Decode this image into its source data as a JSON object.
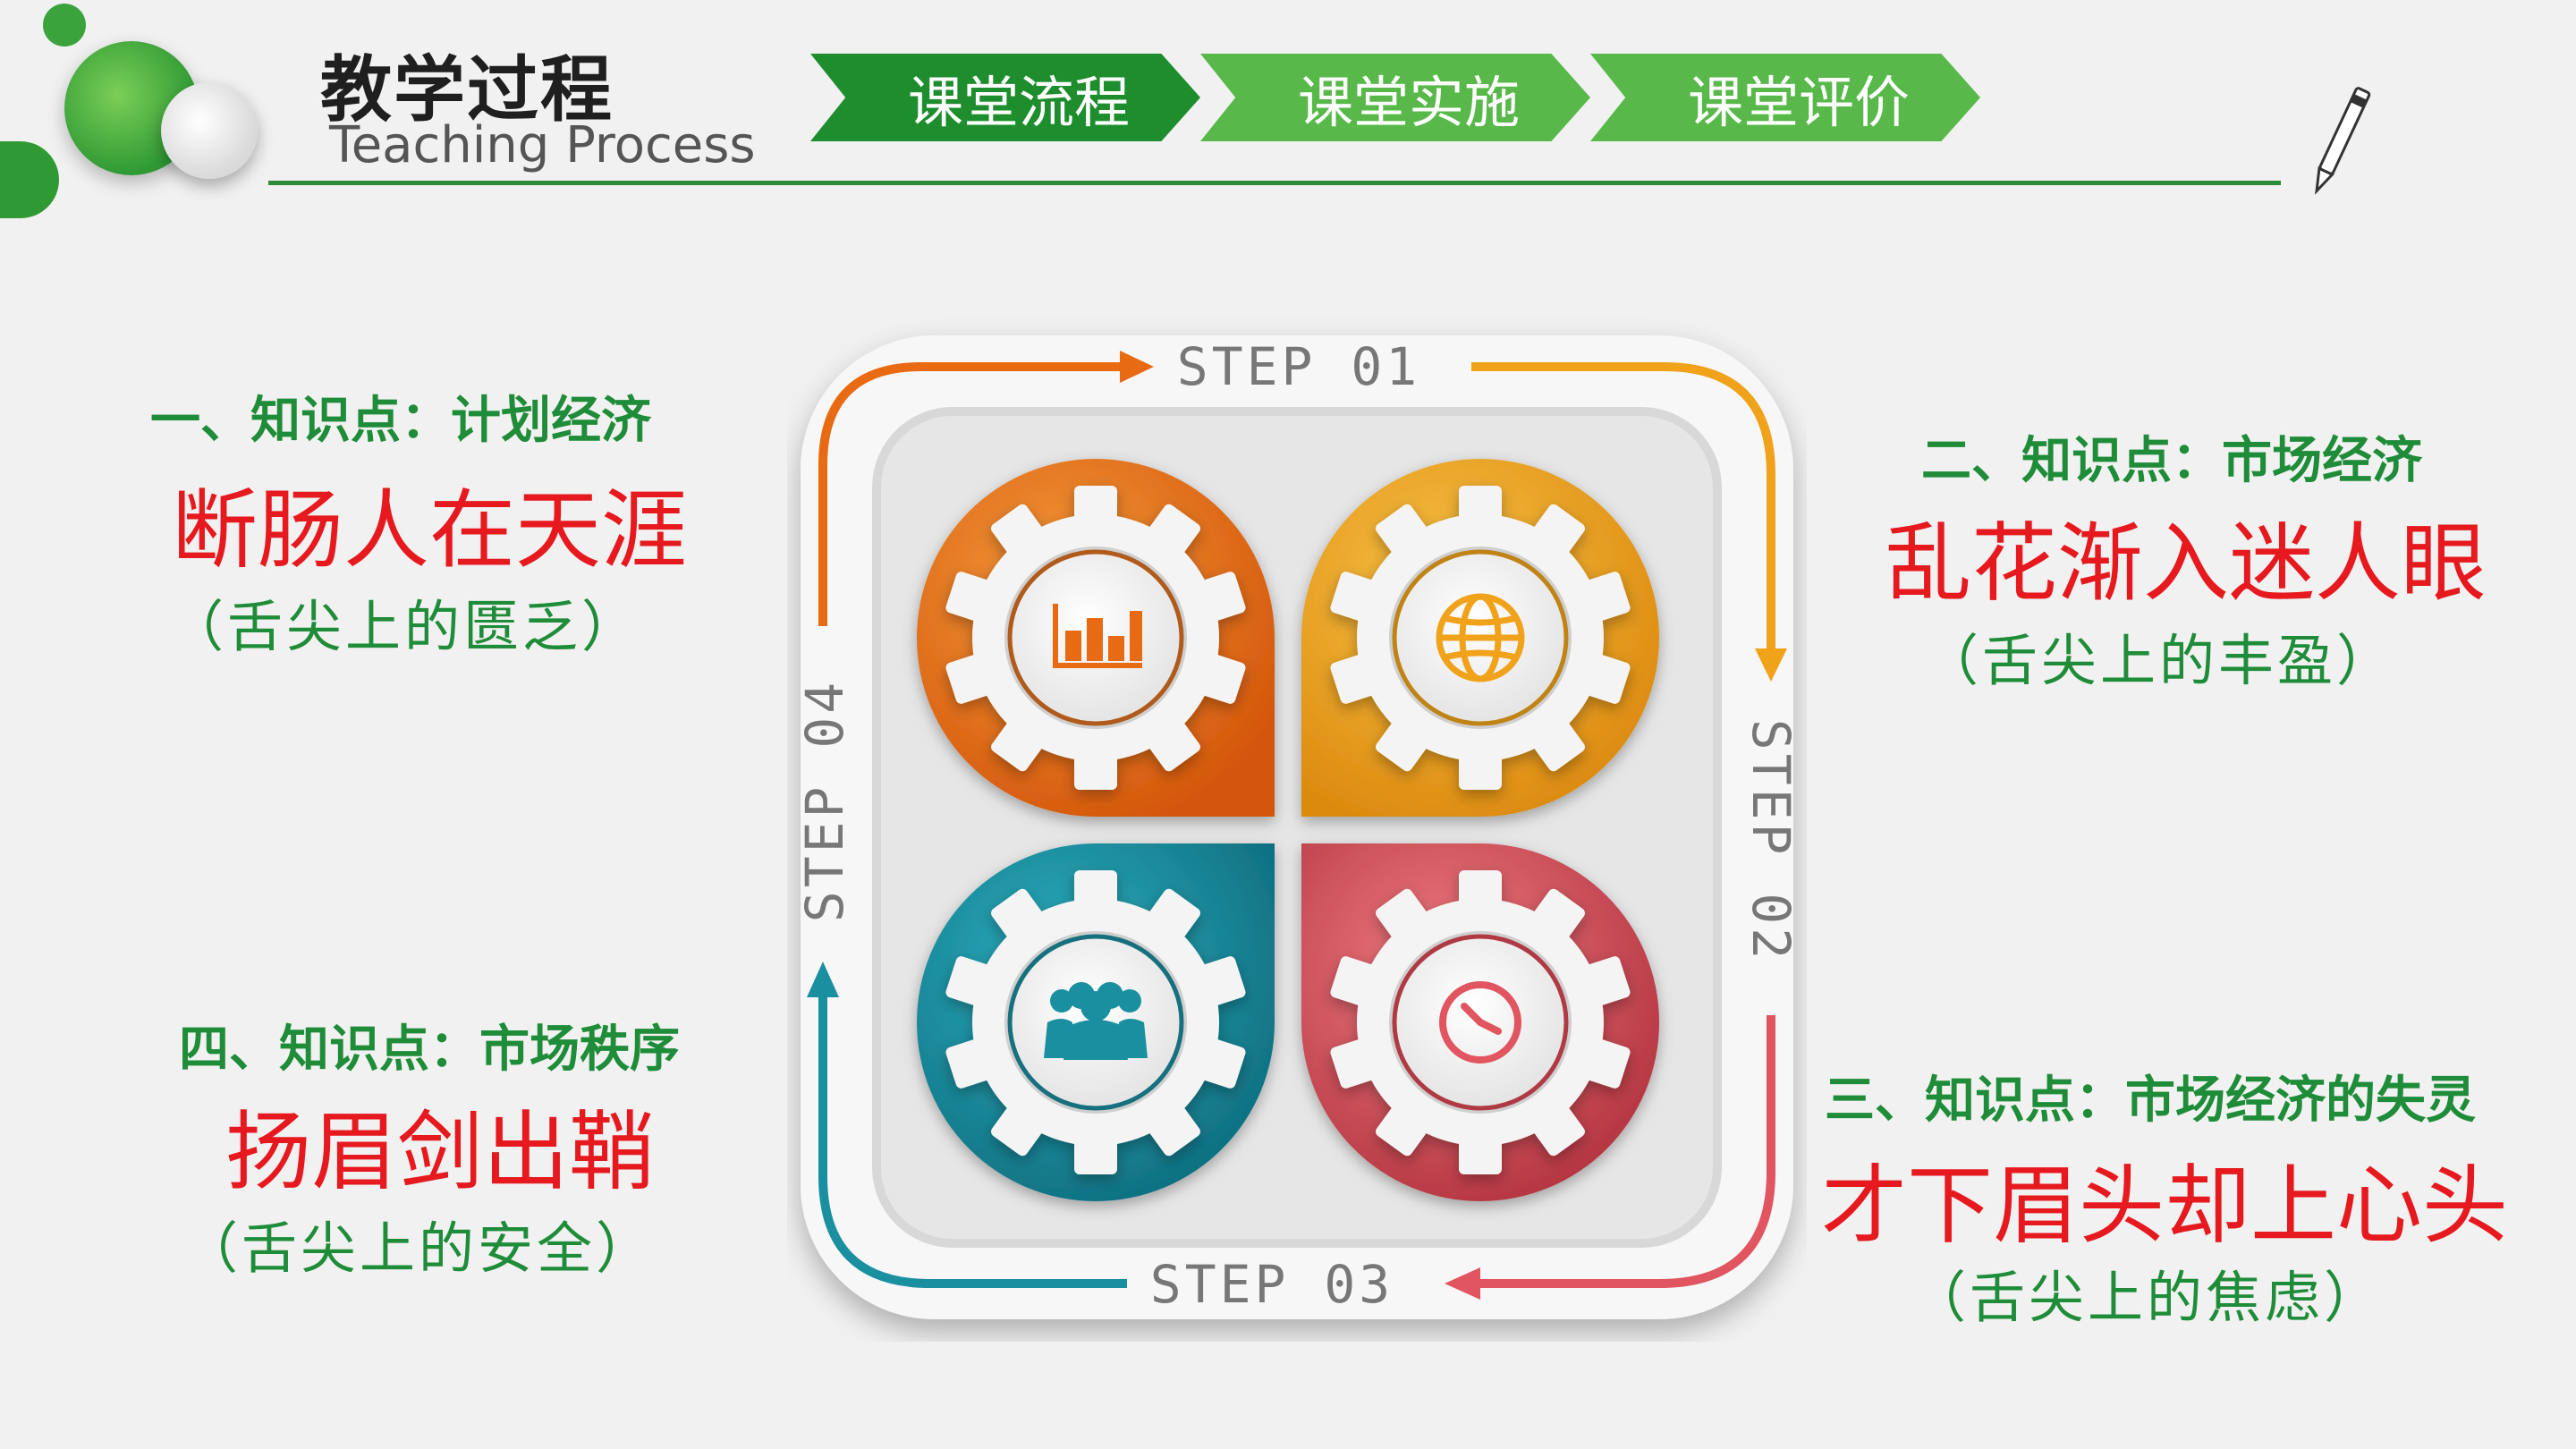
{
  "header": {
    "title": "教学过程",
    "subtitle": "Teaching Process",
    "tabs": [
      "课堂流程",
      "课堂实施",
      "课堂评价"
    ]
  },
  "steps": [
    "STEP 01",
    "STEP 02",
    "STEP 03",
    "STEP 04"
  ],
  "sections": [
    {
      "head": "一、知识点：计划经济",
      "main": "断肠人在天涯",
      "sub": "（舌尖上的匮乏）"
    },
    {
      "head": "二、知识点：市场经济",
      "main": "乱花渐入迷人眼",
      "sub": "（舌尖上的丰盈）"
    },
    {
      "head": "三、知识点：市场经济的失灵",
      "main": "才下眉头却上心头",
      "sub": "（舌尖上的焦虑）"
    },
    {
      "head": "四、知识点：市场秩序",
      "main": "扬眉剑出鞘",
      "sub": "（舌尖上的安全）"
    }
  ],
  "icons": [
    "bar-chart-icon",
    "globe-icon",
    "clock-icon",
    "people-icon"
  ],
  "colors": {
    "green_dark": "#1d8d2e",
    "green_light": "#58b84a",
    "red": "#e5191e",
    "orange": "#e86a12",
    "amber": "#f0a21a",
    "pink": "#e05560",
    "teal": "#1a8fa0"
  }
}
